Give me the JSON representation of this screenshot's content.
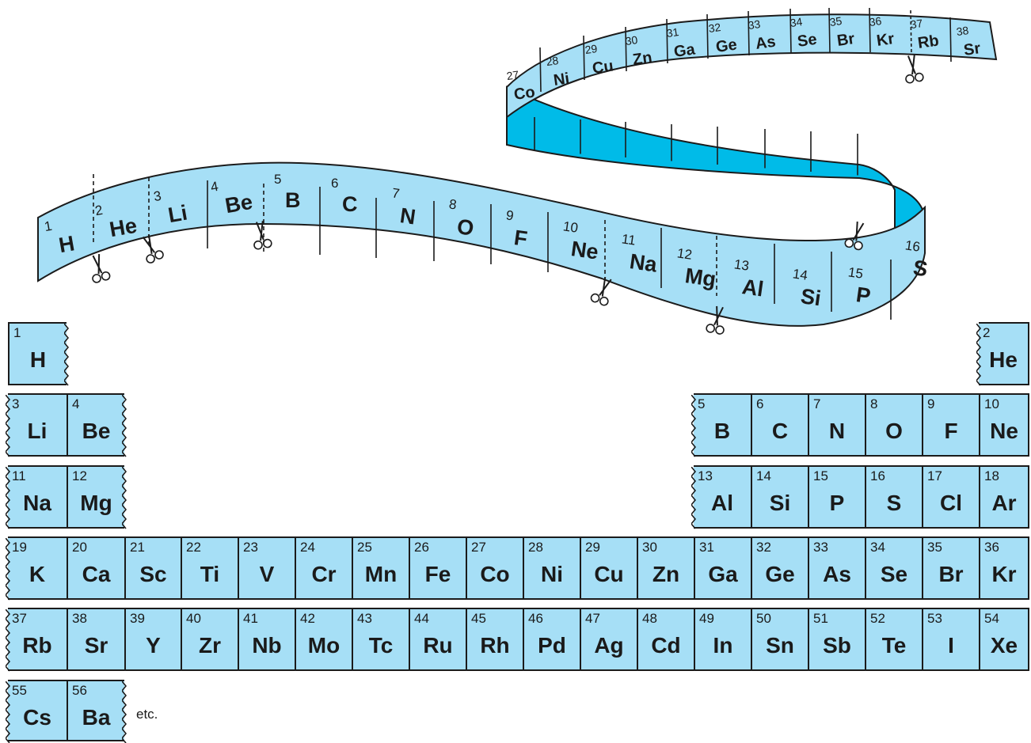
{
  "ribbon": {
    "upper": [
      {
        "num": "27",
        "sym": "Co"
      },
      {
        "num": "28",
        "sym": "Ni"
      },
      {
        "num": "29",
        "sym": "Cu"
      },
      {
        "num": "30",
        "sym": "Zn"
      },
      {
        "num": "31",
        "sym": "Ga"
      },
      {
        "num": "32",
        "sym": "Ge"
      },
      {
        "num": "33",
        "sym": "As"
      },
      {
        "num": "34",
        "sym": "Se"
      },
      {
        "num": "35",
        "sym": "Br"
      },
      {
        "num": "36",
        "sym": "Kr"
      },
      {
        "num": "37",
        "sym": "Rb"
      },
      {
        "num": "38",
        "sym": "Sr"
      }
    ],
    "lower": [
      {
        "num": "1",
        "sym": "H"
      },
      {
        "num": "2",
        "sym": "He"
      },
      {
        "num": "3",
        "sym": "Li"
      },
      {
        "num": "4",
        "sym": "Be"
      },
      {
        "num": "5",
        "sym": "B"
      },
      {
        "num": "6",
        "sym": "C"
      },
      {
        "num": "7",
        "sym": "N"
      },
      {
        "num": "8",
        "sym": "O"
      },
      {
        "num": "9",
        "sym": "F"
      },
      {
        "num": "10",
        "sym": "Ne"
      },
      {
        "num": "11",
        "sym": "Na"
      },
      {
        "num": "12",
        "sym": "Mg"
      },
      {
        "num": "13",
        "sym": "Al"
      },
      {
        "num": "14",
        "sym": "Si"
      },
      {
        "num": "15",
        "sym": "P"
      },
      {
        "num": "16",
        "sym": "S"
      }
    ],
    "cut_icon": "scissors-icon"
  },
  "table": {
    "rows": [
      [
        {
          "num": "1",
          "sym": "H",
          "col": 0
        },
        {
          "num": "2",
          "sym": "He",
          "col": 17
        }
      ],
      [
        {
          "num": "3",
          "sym": "Li",
          "col": 0
        },
        {
          "num": "4",
          "sym": "Be",
          "col": 1
        },
        {
          "num": "5",
          "sym": "B",
          "col": 12
        },
        {
          "num": "6",
          "sym": "C",
          "col": 13
        },
        {
          "num": "7",
          "sym": "N",
          "col": 14
        },
        {
          "num": "8",
          "sym": "O",
          "col": 15
        },
        {
          "num": "9",
          "sym": "F",
          "col": 16
        },
        {
          "num": "10",
          "sym": "Ne",
          "col": 17
        }
      ],
      [
        {
          "num": "11",
          "sym": "Na",
          "col": 0
        },
        {
          "num": "12",
          "sym": "Mg",
          "col": 1
        },
        {
          "num": "13",
          "sym": "Al",
          "col": 12
        },
        {
          "num": "14",
          "sym": "Si",
          "col": 13
        },
        {
          "num": "15",
          "sym": "P",
          "col": 14
        },
        {
          "num": "16",
          "sym": "S",
          "col": 15
        },
        {
          "num": "17",
          "sym": "Cl",
          "col": 16
        },
        {
          "num": "18",
          "sym": "Ar",
          "col": 17
        }
      ],
      [
        {
          "num": "19",
          "sym": "K",
          "col": 0
        },
        {
          "num": "20",
          "sym": "Ca",
          "col": 1
        },
        {
          "num": "21",
          "sym": "Sc",
          "col": 2
        },
        {
          "num": "22",
          "sym": "Ti",
          "col": 3
        },
        {
          "num": "23",
          "sym": "V",
          "col": 4
        },
        {
          "num": "24",
          "sym": "Cr",
          "col": 5
        },
        {
          "num": "25",
          "sym": "Mn",
          "col": 6
        },
        {
          "num": "26",
          "sym": "Fe",
          "col": 7
        },
        {
          "num": "27",
          "sym": "Co",
          "col": 8
        },
        {
          "num": "28",
          "sym": "Ni",
          "col": 9
        },
        {
          "num": "29",
          "sym": "Cu",
          "col": 10
        },
        {
          "num": "30",
          "sym": "Zn",
          "col": 11
        },
        {
          "num": "31",
          "sym": "Ga",
          "col": 12
        },
        {
          "num": "32",
          "sym": "Ge",
          "col": 13
        },
        {
          "num": "33",
          "sym": "As",
          "col": 14
        },
        {
          "num": "34",
          "sym": "Se",
          "col": 15
        },
        {
          "num": "35",
          "sym": "Br",
          "col": 16
        },
        {
          "num": "36",
          "sym": "Kr",
          "col": 17
        }
      ],
      [
        {
          "num": "37",
          "sym": "Rb",
          "col": 0
        },
        {
          "num": "38",
          "sym": "Sr",
          "col": 1
        },
        {
          "num": "39",
          "sym": "Y",
          "col": 2
        },
        {
          "num": "40",
          "sym": "Zr",
          "col": 3
        },
        {
          "num": "41",
          "sym": "Nb",
          "col": 4
        },
        {
          "num": "42",
          "sym": "Mo",
          "col": 5
        },
        {
          "num": "43",
          "sym": "Tc",
          "col": 6
        },
        {
          "num": "44",
          "sym": "Ru",
          "col": 7
        },
        {
          "num": "45",
          "sym": "Rh",
          "col": 8
        },
        {
          "num": "46",
          "sym": "Pd",
          "col": 9
        },
        {
          "num": "47",
          "sym": "Ag",
          "col": 10
        },
        {
          "num": "48",
          "sym": "Cd",
          "col": 11
        },
        {
          "num": "49",
          "sym": "In",
          "col": 12
        },
        {
          "num": "50",
          "sym": "Sn",
          "col": 13
        },
        {
          "num": "51",
          "sym": "Sb",
          "col": 14
        },
        {
          "num": "52",
          "sym": "Te",
          "col": 15
        },
        {
          "num": "53",
          "sym": "I",
          "col": 16
        },
        {
          "num": "54",
          "sym": "Xe",
          "col": 17
        }
      ],
      [
        {
          "num": "55",
          "sym": "Cs",
          "col": 0
        },
        {
          "num": "56",
          "sym": "Ba",
          "col": 1
        }
      ]
    ],
    "etc_label": "etc.",
    "colors": {
      "cell_fill": "#a6dff6",
      "ribbon_inside": "#00bbe8",
      "ink": "#1a1a1a"
    }
  }
}
